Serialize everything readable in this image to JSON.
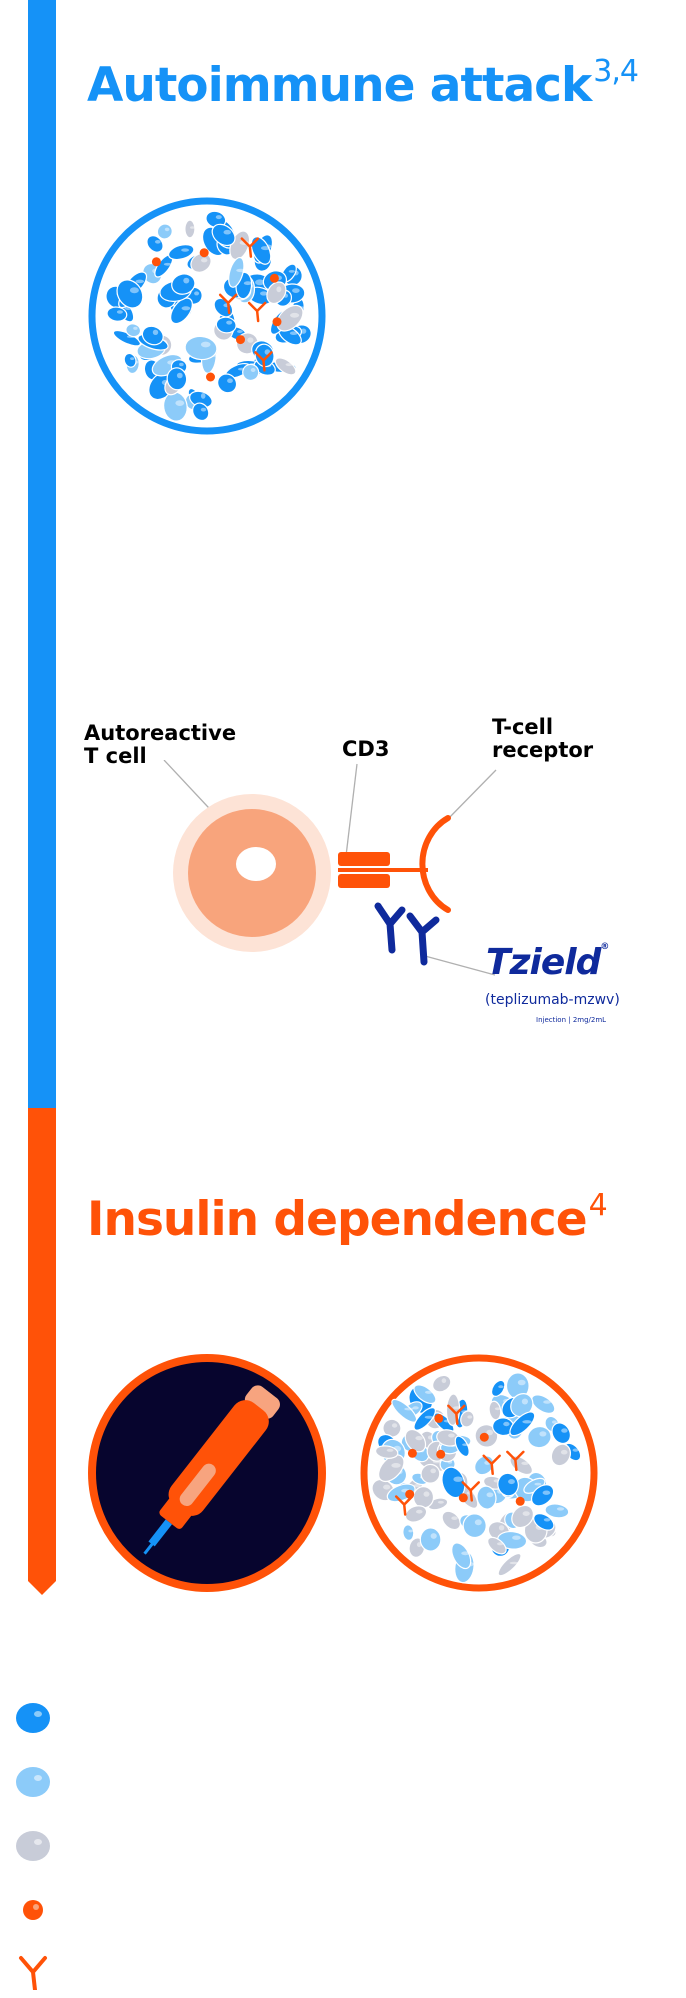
{
  "section1": {
    "title": "Autoimmune attack",
    "title_ref": "3,4"
  },
  "diagram": {
    "label_autoreactive_line1": "Autoreactive",
    "label_autoreactive_line2": "T cell",
    "label_cd3": "CD3",
    "label_receptor_line1": "T-cell",
    "label_receptor_line2": "receptor"
  },
  "brand": {
    "name": "Tzield",
    "registered": "®",
    "generic": "(teplizumab-mzwv)",
    "form": "Injection | 2mg/2mL"
  },
  "section2": {
    "title": "Insulin dependence",
    "title_ref": "4"
  },
  "colors": {
    "blue": "#1592f7",
    "orange": "#ff5208",
    "navy": "#0f2a9c",
    "dark": "#07052e",
    "light_blue": "#8ccbf9",
    "gray": "#c8ccd8",
    "peach": "#f8a47c",
    "peach_light": "#fde3d6"
  },
  "legend_icons": [
    "beta-cell-healthy-icon",
    "beta-cell-stressed-icon",
    "beta-cell-destroyed-icon",
    "immune-cell-icon",
    "antibody-icon"
  ]
}
